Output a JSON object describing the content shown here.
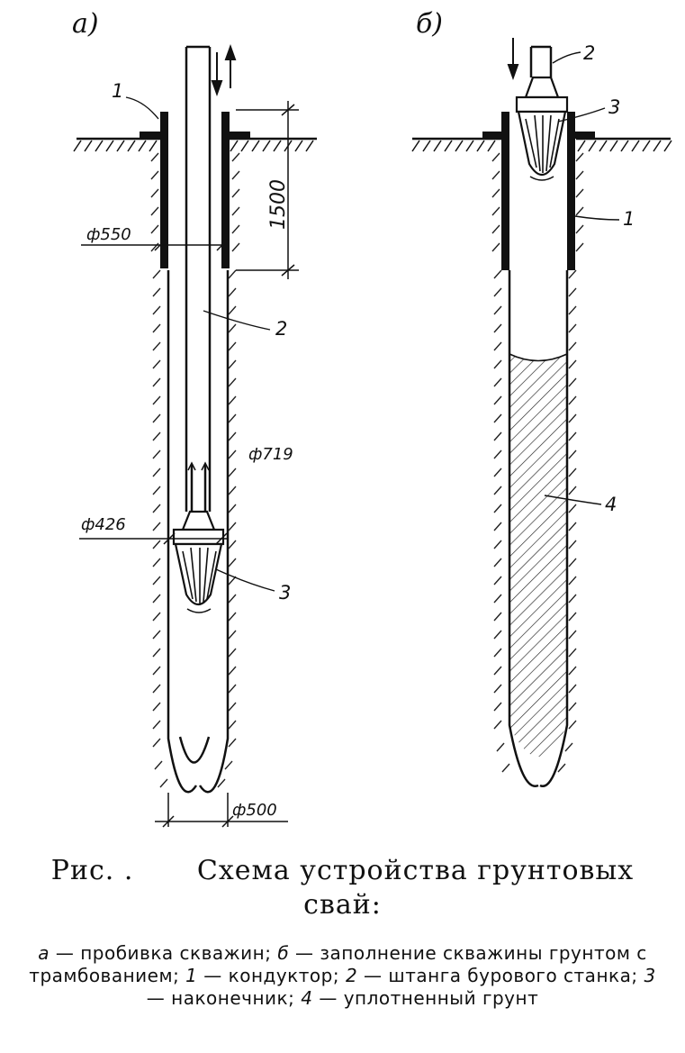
{
  "figure": {
    "panel_a": {
      "label": "а)",
      "dimensions": {
        "height_1500": "1500",
        "dia_550": "ф550",
        "dia_719": "ф719",
        "dia_426": "ф426",
        "dia_500": "ф500"
      },
      "callouts": [
        "1",
        "2",
        "3"
      ]
    },
    "panel_b": {
      "label": "б)",
      "callouts": [
        "2",
        "3",
        "1",
        "4"
      ]
    }
  },
  "caption": {
    "prefix": "Рис.   .",
    "title": "Схема устройства грунтовых свай:",
    "legend": [
      {
        "key": "а",
        "text": "пробивка скважин;"
      },
      {
        "key": "б",
        "text": "заполнение скважины грунтом с трамбованием;"
      },
      {
        "key": "1",
        "text": "кондуктор;"
      },
      {
        "key": "2",
        "text": "штанга бурового станка;"
      },
      {
        "key": "3",
        "text": "наконечник;"
      },
      {
        "key": "4",
        "text": "уплотненный грунт"
      }
    ]
  }
}
